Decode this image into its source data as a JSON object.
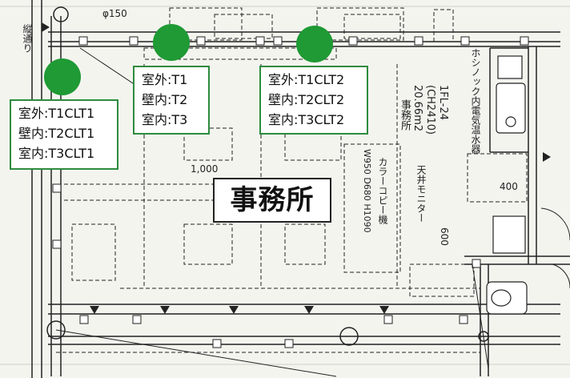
{
  "room_title": "事務所",
  "sensor_labels": [
    {
      "outdoor": "室外:T1CLT1",
      "wall": "壁内:T2CLT1",
      "indoor": "室内:T3CLT1"
    },
    {
      "outdoor": "室外:T1",
      "wall": "壁内:T2",
      "indoor": "室内:T3"
    },
    {
      "outdoor": "室外:T1CLT2",
      "wall": "壁内:T2CLT2",
      "indoor": "室内:T3CLT2"
    }
  ],
  "plan_text": {
    "room_area": "20.66m2",
    "room_ceiling": "(CH2410)",
    "room_floor": "1FL-24",
    "room_name_small": "事務所",
    "dimension": "1,000",
    "dimension_600": "600",
    "copy_machine": "カラーコピー機",
    "copy_dims": "W950 D680 H1090",
    "monitor": "天井モニター",
    "tank_text": "ホシノック内電気温水器",
    "top_dim": "φ150",
    "left_text": "縦通り",
    "dimension_400": "400"
  },
  "colors": {
    "sensor_green": "#1f9a34",
    "label_border": "#2e8b3d",
    "line": "#222222"
  }
}
